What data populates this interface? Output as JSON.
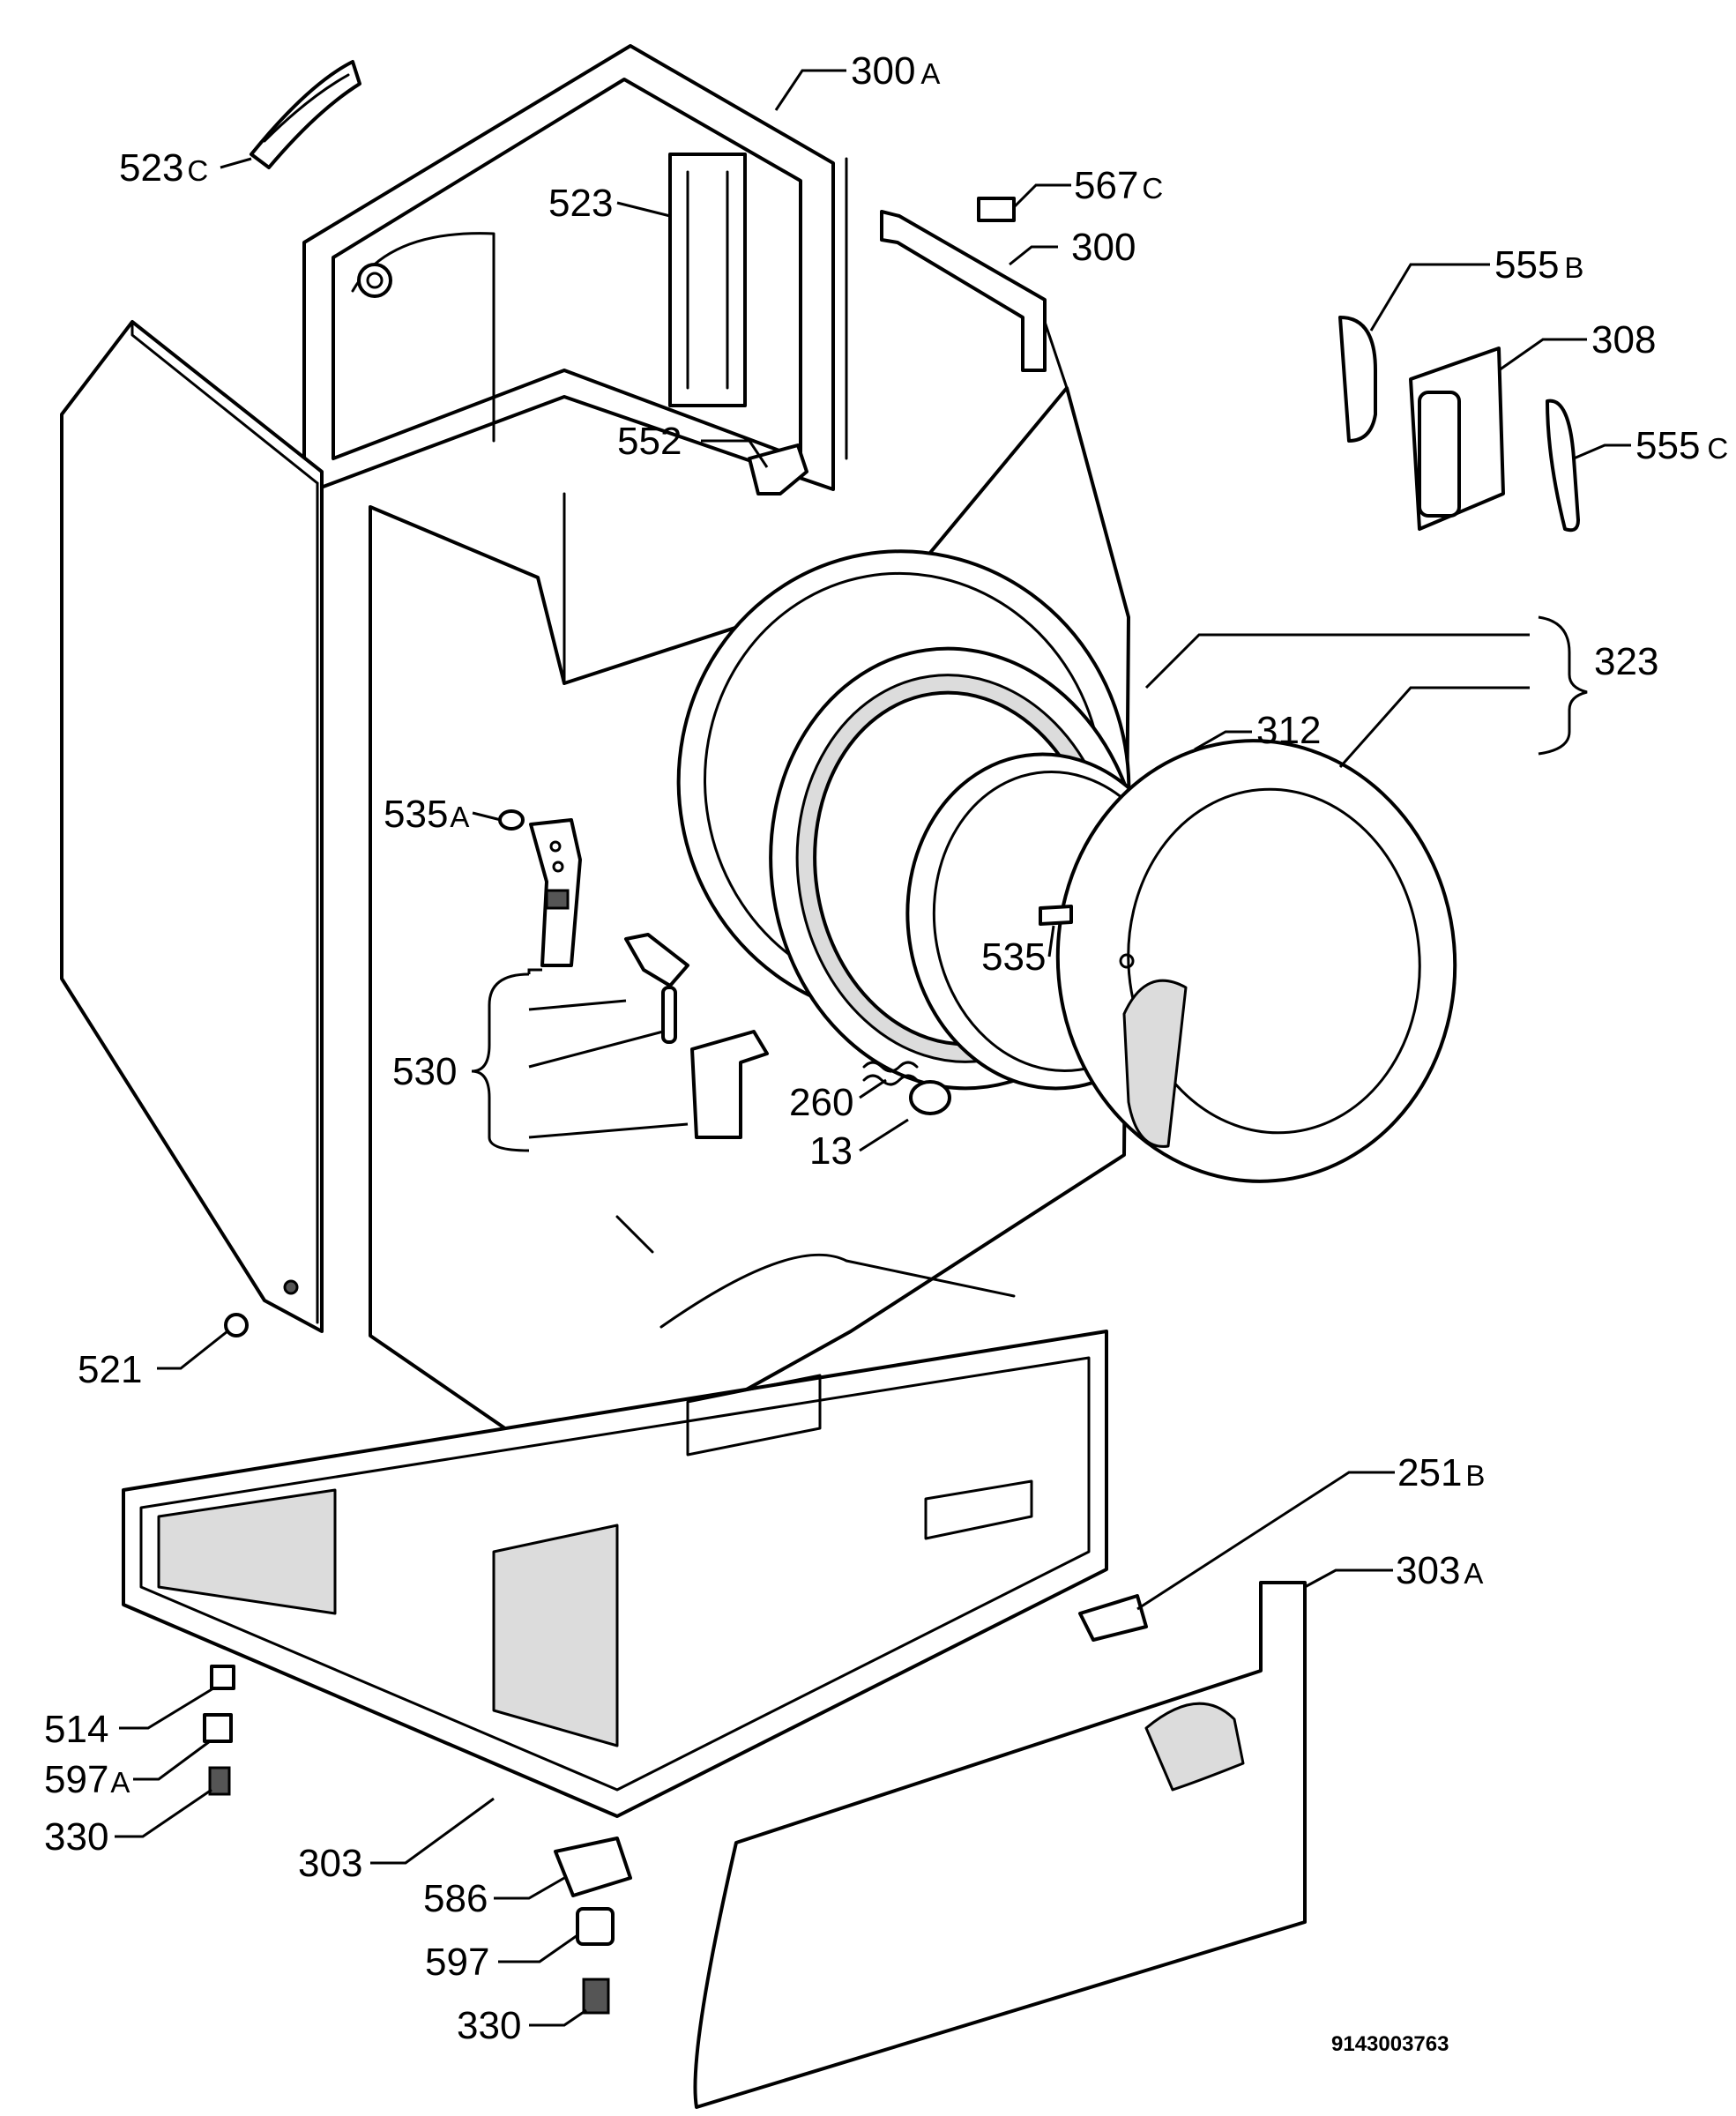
{
  "document_number": "9143003763",
  "callouts": {
    "c300a": {
      "num": "300",
      "sfx": "A"
    },
    "c523c": {
      "num": "523",
      "sfx": "C"
    },
    "c523": {
      "num": "523",
      "sfx": ""
    },
    "c567c": {
      "num": "567",
      "sfx": "C"
    },
    "c300": {
      "num": "300",
      "sfx": ""
    },
    "c555b": {
      "num": "555",
      "sfx": "B"
    },
    "c308": {
      "num": "308",
      "sfx": ""
    },
    "c555c": {
      "num": "555",
      "sfx": "C"
    },
    "c552": {
      "num": "552",
      "sfx": ""
    },
    "c323": {
      "num": "323",
      "sfx": ""
    },
    "c312": {
      "num": "312",
      "sfx": ""
    },
    "c535a": {
      "num": "535",
      "sfx": "A"
    },
    "c535": {
      "num": "535",
      "sfx": ""
    },
    "c530": {
      "num": "530",
      "sfx": ""
    },
    "c260": {
      "num": "260",
      "sfx": ""
    },
    "c13": {
      "num": "13",
      "sfx": ""
    },
    "c521": {
      "num": "521",
      "sfx": ""
    },
    "c251b": {
      "num": "251",
      "sfx": "B"
    },
    "c303a": {
      "num": "303",
      "sfx": "A"
    },
    "c514": {
      "num": "514",
      "sfx": ""
    },
    "c597a": {
      "num": "597",
      "sfx": "A"
    },
    "c330a": {
      "num": "330",
      "sfx": ""
    },
    "c303": {
      "num": "303",
      "sfx": ""
    },
    "c586": {
      "num": "586",
      "sfx": ""
    },
    "c597": {
      "num": "597",
      "sfx": ""
    },
    "c330b": {
      "num": "330",
      "sfx": ""
    }
  }
}
